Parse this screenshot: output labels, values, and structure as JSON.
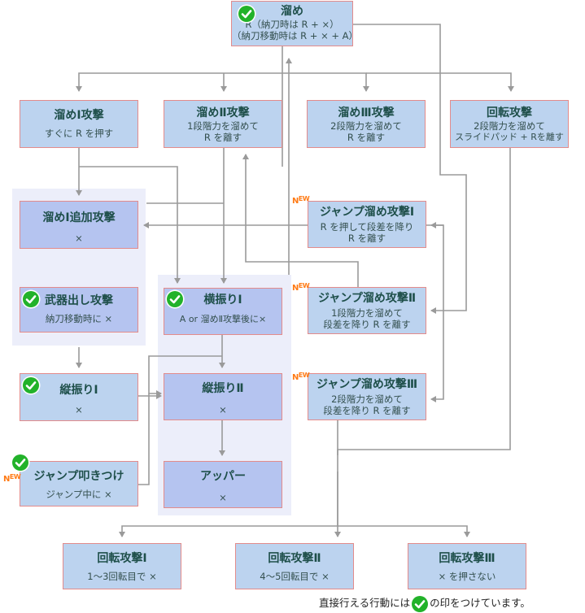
{
  "nodes": {
    "tame": {
      "title": "溜め",
      "sub1": "R（納刀時は R + ×）",
      "sub2": "（納刀移動時は R + × + A）"
    },
    "tame1": {
      "title": "溜めⅠ攻撃",
      "sub1": "すぐに R を押す"
    },
    "tame2": {
      "title": "溜めⅡ攻撃",
      "sub1": "1段階力を溜めて",
      "sub2": "R を離す"
    },
    "tame3": {
      "title": "溜めⅢ攻撃",
      "sub1": "2段階力を溜めて",
      "sub2": "R を離す"
    },
    "kaiten": {
      "title": "回転攻撃",
      "sub1": "2段階力を溜めて",
      "sub2": "スライドパッド + Rを離す"
    },
    "tame1add": {
      "title": "溜めⅠ追加攻撃",
      "sub1": "×"
    },
    "buki": {
      "title": "武器出し攻撃",
      "sub1": "納刀移動時に ×"
    },
    "jtame1": {
      "title": "ジャンプ溜め攻撃Ⅰ",
      "sub1": "R を押して段差を降り",
      "sub2": "R を離す"
    },
    "jtame2": {
      "title": "ジャンプ溜め攻撃Ⅱ",
      "sub1": "1段階力を溜めて",
      "sub2": "段差を降り R を離す"
    },
    "jtame3": {
      "title": "ジャンプ溜め攻撃Ⅲ",
      "sub1": "2段階力を溜めて",
      "sub2": "段差を降り R を離す"
    },
    "yoko1": {
      "title": "横振りⅠ",
      "sub1": "A or 溜めⅡ攻撃後に×"
    },
    "tate1": {
      "title": "縦振りⅠ",
      "sub1": "×"
    },
    "tate2": {
      "title": "縦振りⅡ",
      "sub1": "×"
    },
    "upper": {
      "title": "アッパー",
      "sub1": "×"
    },
    "jump_tataki": {
      "title": "ジャンプ叩きつけ",
      "sub1": "ジャンプ中に ×"
    },
    "kaiten1": {
      "title": "回転攻撃Ⅰ",
      "sub1": "1～3回転目で ×"
    },
    "kaiten2": {
      "title": "回転攻撃Ⅱ",
      "sub1": "4～5回転目で ×"
    },
    "kaiten3": {
      "title": "回転攻撃Ⅲ",
      "sub1": "× を押さない"
    }
  },
  "new_badge": {
    "n": "N",
    "ew": "EW"
  },
  "footer": {
    "before": "直接行える行動には",
    "after": "の印をつけています。"
  },
  "colors": {
    "node_fill": "#bcd3ef",
    "node_border": "#e38b8b",
    "wire": "#9a9a9a",
    "check": "#22b22a",
    "new": "#ff7a14"
  },
  "icons": {
    "check": "check-circle-icon"
  }
}
